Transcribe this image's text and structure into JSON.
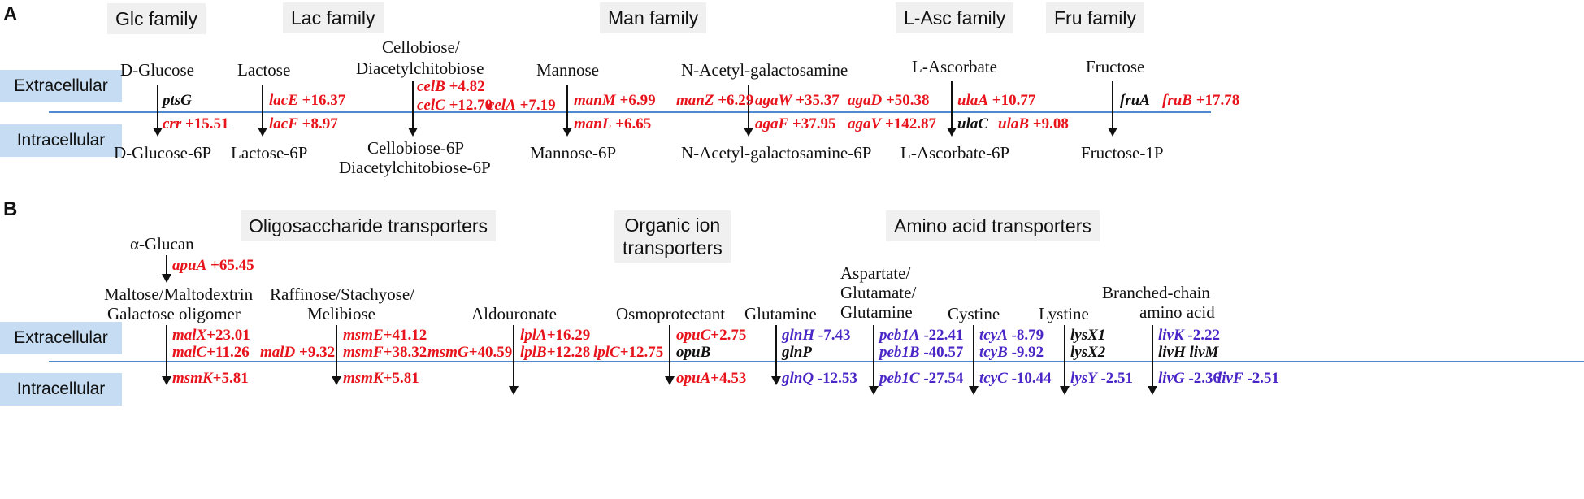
{
  "panel_a": {
    "letter": "A",
    "families": [
      "Glc family",
      "Lac family",
      "Man family",
      "L-Asc family",
      "Fru family"
    ],
    "extracellular": "Extracellular",
    "intracellular": "Intracellular",
    "substrates": [
      "D-Glucose",
      "Lactose",
      "Cellobiose/",
      "Diacetylchitobiose",
      "Mannose",
      "N-Acetyl-galactosamine",
      "L-Ascorbate",
      "Fructose"
    ],
    "products": [
      "D-Glucose-6P",
      "Lactose-6P",
      "Cellobiose-6P",
      "Diacetylchitobiose-6P",
      "Mannose-6P",
      "N-Acetyl-galactosamine-6P",
      "L-Ascorbate-6P",
      "Fructose-1P"
    ],
    "genes": [
      {
        "name": "ptsG",
        "value": "",
        "color": "black"
      },
      {
        "name": "crr",
        "value": "+15.51",
        "color": "red"
      },
      {
        "name": "lacE",
        "value": "+16.37",
        "color": "red"
      },
      {
        "name": "lacF",
        "value": "+8.97",
        "color": "red"
      },
      {
        "name": "celB",
        "value": "+4.82",
        "color": "red"
      },
      {
        "name": "celC",
        "value": "+12.70",
        "color": "red"
      },
      {
        "name": "celA",
        "value": "+7.19",
        "color": "red"
      },
      {
        "name": "manM",
        "value": "+6.99",
        "color": "red"
      },
      {
        "name": "manZ",
        "value": "+6.29",
        "color": "red"
      },
      {
        "name": "manL",
        "value": "+6.65",
        "color": "red"
      },
      {
        "name": "agaW",
        "value": "+35.37",
        "color": "red"
      },
      {
        "name": "agaD",
        "value": "+50.38",
        "color": "red"
      },
      {
        "name": "agaF",
        "value": "+37.95",
        "color": "red"
      },
      {
        "name": "agaV",
        "value": "+142.87",
        "color": "red"
      },
      {
        "name": "ulaA",
        "value": "+10.77",
        "color": "red"
      },
      {
        "name": "ulaC",
        "value": "",
        "color": "black"
      },
      {
        "name": "ulaB",
        "value": "+9.08",
        "color": "red"
      },
      {
        "name": "fruA",
        "value": "",
        "color": "black"
      },
      {
        "name": "fruB",
        "value": "+17.78",
        "color": "red"
      }
    ]
  },
  "panel_b": {
    "letter": "B",
    "groups": [
      "Oligosaccharide transporters",
      "Organic ion",
      "transporters",
      "Amino acid transporters"
    ],
    "extracellular": "Extracellular",
    "intracellular": "Intracellular",
    "top_substrate": "α-Glucan",
    "substrates": [
      "Maltose/Maltodextrin",
      "Galactose oligomer",
      "Raffinose/Stachyose/",
      "Melibiose",
      "Aldouronate",
      "Osmoprotectant",
      "Glutamine",
      "Aspartate/",
      "Glutamate/",
      "Glutamine",
      "Cystine",
      "Lystine",
      "Branched-chain",
      "amino acid"
    ],
    "genes": [
      {
        "name": "apuA",
        "value": "+65.45",
        "color": "red"
      },
      {
        "name": "malX",
        "value": "+23.01",
        "color": "red"
      },
      {
        "name": "malC",
        "value": "+11.26",
        "color": "red"
      },
      {
        "name": "malD",
        "value": "+9.32",
        "color": "red"
      },
      {
        "name": "msmK",
        "value": "+5.81",
        "color": "red"
      },
      {
        "name": "msmE",
        "value": "+41.12",
        "color": "red"
      },
      {
        "name": "msmF",
        "value": "+38.32",
        "color": "red"
      },
      {
        "name": "msmG",
        "value": "+40.59",
        "color": "red"
      },
      {
        "name": "msmK",
        "value": "+5.81",
        "color": "red"
      },
      {
        "name": "lplA",
        "value": "+16.29",
        "color": "red"
      },
      {
        "name": "lplB",
        "value": "+12.28",
        "color": "red"
      },
      {
        "name": "lplC",
        "value": "+12.75",
        "color": "red"
      },
      {
        "name": "opuC",
        "value": "+2.75",
        "color": "red"
      },
      {
        "name": "opuB",
        "value": "",
        "color": "black"
      },
      {
        "name": "opuA",
        "value": "+4.53",
        "color": "red"
      },
      {
        "name": "glnH",
        "value": "-7.43",
        "color": "purple"
      },
      {
        "name": "glnP",
        "value": "",
        "color": "black"
      },
      {
        "name": "glnQ",
        "value": "-12.53",
        "color": "purple"
      },
      {
        "name": "peb1A",
        "value": "-22.41",
        "color": "purple"
      },
      {
        "name": "peb1B",
        "value": "-40.57",
        "color": "purple"
      },
      {
        "name": "peb1C",
        "value": "-27.54",
        "color": "purple"
      },
      {
        "name": "tcyA",
        "value": "-8.79",
        "color": "purple"
      },
      {
        "name": "tcyB",
        "value": "-9.92",
        "color": "purple"
      },
      {
        "name": "tcyC",
        "value": "-10.44",
        "color": "purple"
      },
      {
        "name": "lysX1",
        "value": "",
        "color": "black"
      },
      {
        "name": "lysX2",
        "value": "",
        "color": "black"
      },
      {
        "name": "lysY",
        "value": "-2.51",
        "color": "purple"
      },
      {
        "name": "livK",
        "value": "-2.22",
        "color": "purple"
      },
      {
        "name": "livH",
        "value": "",
        "color": "black"
      },
      {
        "name": "livM",
        "value": "",
        "color": "black"
      },
      {
        "name": "livG",
        "value": "-2.36",
        "color": "purple"
      },
      {
        "name": "livF",
        "value": "-2.51",
        "color": "purple"
      }
    ]
  },
  "colors": {
    "up": "#e8141c",
    "down": "#4a26c6",
    "neutral": "#111111",
    "membrane": "#4f8ad0",
    "compartment": "#c5dcf2",
    "header": "#f0f0f0"
  }
}
